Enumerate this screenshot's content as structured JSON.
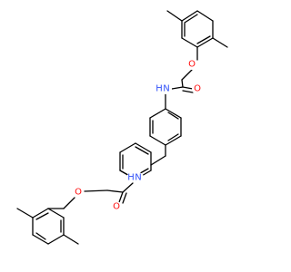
{
  "structure": {
    "atoms": {
      "ring_a_O": {
        "label": "O",
        "color": "#ff0d0d"
      },
      "amide_a_O": {
        "label": "O",
        "color": "#ff0d0d"
      },
      "amide_a_N": {
        "label": "N",
        "color": "#3050f8"
      },
      "amide_a_H": {
        "label": "H",
        "color": "#3050f8"
      },
      "amide_b_N": {
        "label": "N",
        "color": "#3050f8"
      },
      "amide_b_H": {
        "label": "H",
        "color": "#3050f8"
      },
      "amide_b_O": {
        "label": "O",
        "color": "#ff0d0d"
      },
      "ring_b_O": {
        "label": "O",
        "color": "#ff0d0d"
      }
    },
    "bond_color": "#000000"
  }
}
